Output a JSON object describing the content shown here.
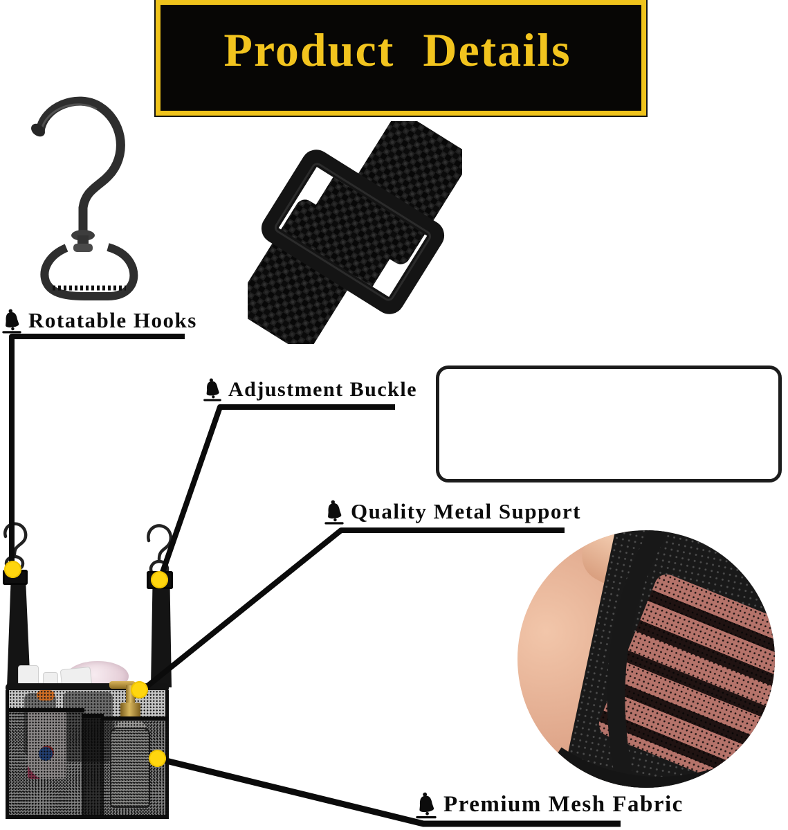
{
  "banner": {
    "title": "Product Details",
    "text_color": "#F2C41E",
    "background": "#070605",
    "border_color": "#EFC31C"
  },
  "callouts": {
    "rotatable_hooks": {
      "label": "Rotatable Hooks",
      "icon": "bell-icon"
    },
    "adjustment_buckle": {
      "label": "Adjustment Buckle",
      "icon": "bell-icon"
    },
    "quality_metal_support": {
      "label": "Quality Metal Support",
      "icon": "bell-icon"
    },
    "premium_mesh_fabric": {
      "label": "Premium Mesh Fabric",
      "icon": "bell-icon"
    }
  },
  "markers": {
    "color": "#FFD60F",
    "count": 4
  },
  "colors": {
    "line_black": "#0b0b0b",
    "label_black": "#0c0c0c"
  }
}
